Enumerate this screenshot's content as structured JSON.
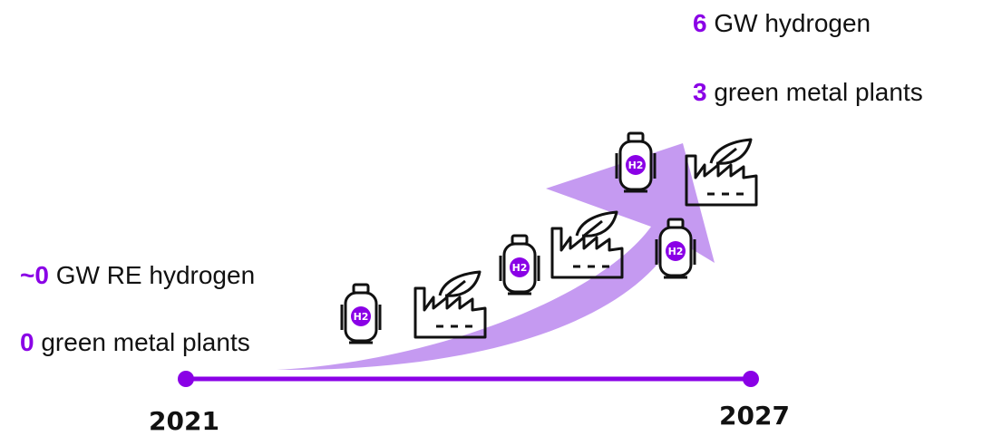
{
  "start": {
    "hydrogen": {
      "value": "~0",
      "label": "GW RE hydrogen"
    },
    "plants": {
      "value": "0",
      "label": "green metal plants"
    },
    "year": "2021"
  },
  "end": {
    "hydrogen": {
      "value": "6",
      "label": "GW hydrogen"
    },
    "plants": {
      "value": "3",
      "label": "green metal plants"
    },
    "year": "2027"
  },
  "h2_label": "H2",
  "colors": {
    "accent": "#8a00e6",
    "arrow": "#bb88ee",
    "ink": "#111111"
  }
}
